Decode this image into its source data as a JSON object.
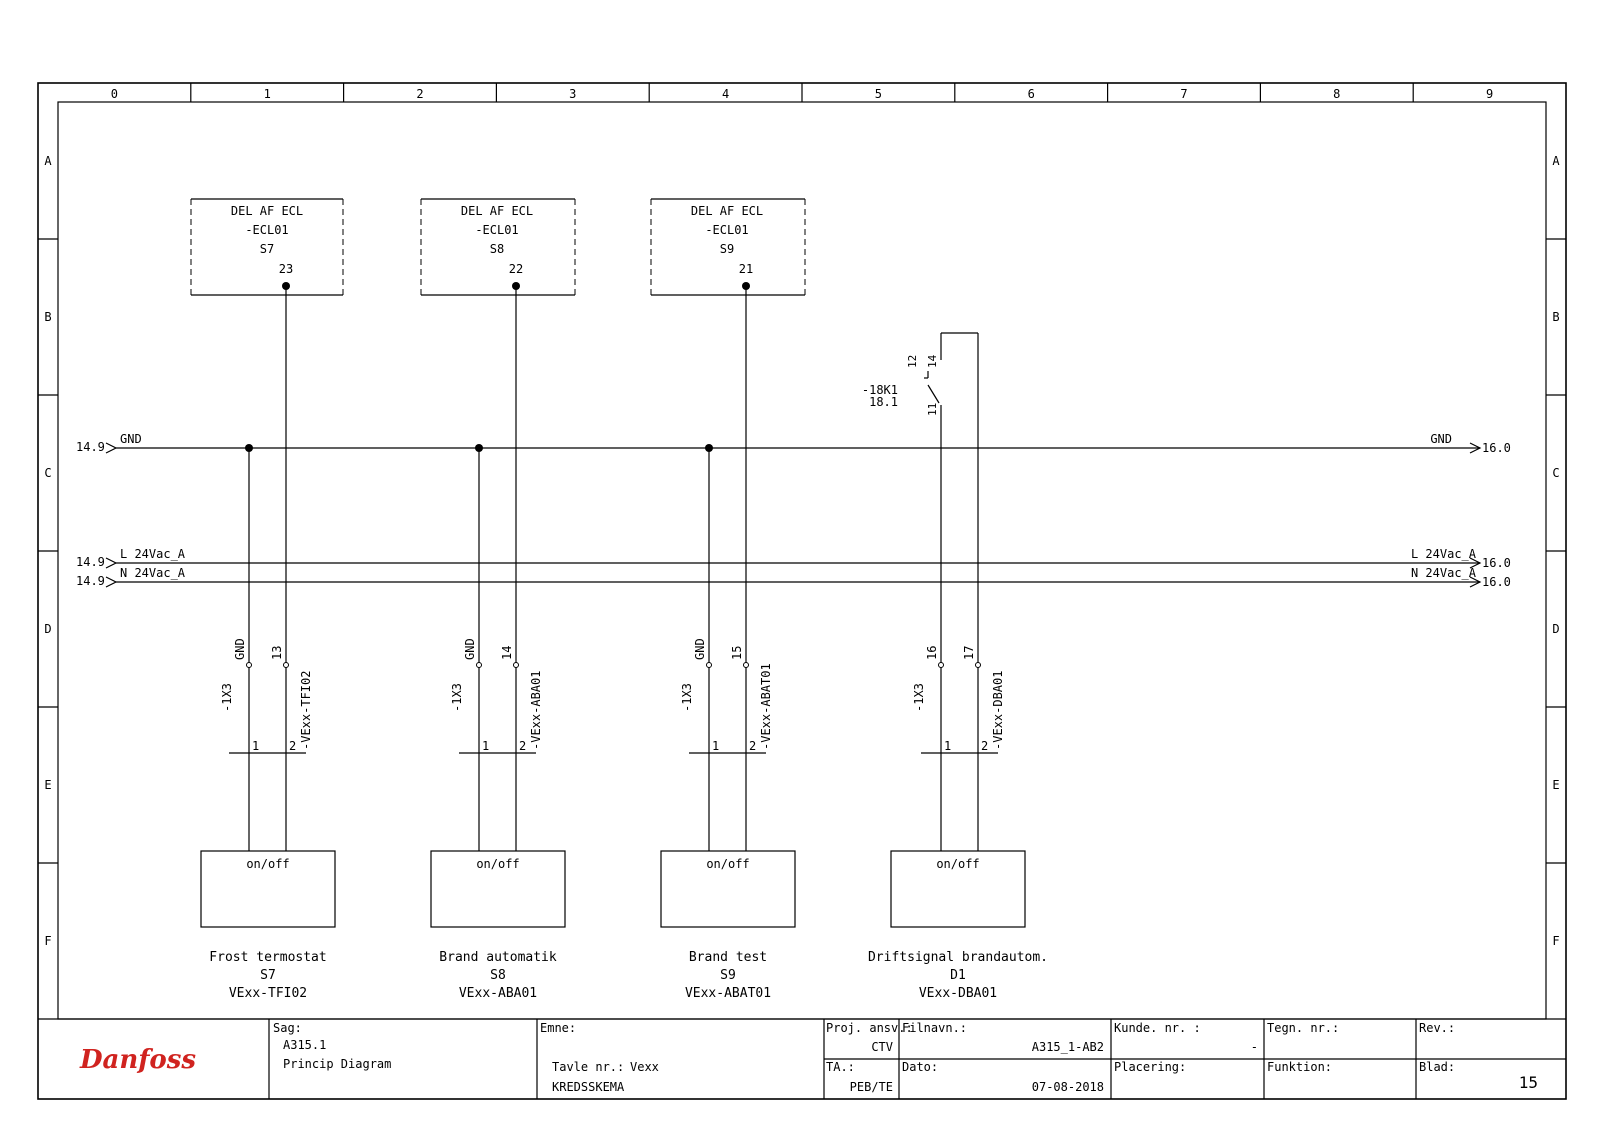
{
  "frame": {
    "columns": [
      "0",
      "1",
      "2",
      "3",
      "4",
      "5",
      "6",
      "7",
      "8",
      "9"
    ],
    "rows": [
      "A",
      "B",
      "C",
      "D",
      "E",
      "F"
    ]
  },
  "buses": [
    {
      "label": "GND",
      "from_ref": "14.9",
      "to_ref": "16.0"
    },
    {
      "label": "L 24Vac_A",
      "from_ref": "14.9",
      "to_ref": "16.0"
    },
    {
      "label": "N 24Vac_A",
      "from_ref": "14.9",
      "to_ref": "16.0"
    }
  ],
  "ecl_blocks": [
    {
      "line1": "DEL AF ECL",
      "line2": "-ECL01",
      "line3": "S7",
      "terminal": "23"
    },
    {
      "line1": "DEL AF ECL",
      "line2": "-ECL01",
      "line3": "S8",
      "terminal": "22"
    },
    {
      "line1": "DEL AF ECL",
      "line2": "-ECL01",
      "line3": "S9",
      "terminal": "21"
    }
  ],
  "relay": {
    "name": "-18K1",
    "ref": "18.1",
    "pin_nc": "12",
    "pin_no": "14",
    "pin_com": "11"
  },
  "terminal_strip": "-1X3",
  "terminals": [
    {
      "left": "GND",
      "right": "13",
      "cable": "-VExx-TFI02",
      "pin1": "1",
      "pin2": "2"
    },
    {
      "left": "GND",
      "right": "14",
      "cable": "-VExx-ABA01",
      "pin1": "1",
      "pin2": "2"
    },
    {
      "left": "GND",
      "right": "15",
      "cable": "-VExx-ABAT01",
      "pin1": "1",
      "pin2": "2"
    },
    {
      "left": "16",
      "right": "17",
      "cable": "-VExx-DBA01",
      "pin1": "1",
      "pin2": "2"
    }
  ],
  "devices": [
    {
      "box": "on/off",
      "name": "Frost termostat",
      "sig": "S7",
      "tag": "VExx-TFI02"
    },
    {
      "box": "on/off",
      "name": "Brand automatik",
      "sig": "S8",
      "tag": "VExx-ABA01"
    },
    {
      "box": "on/off",
      "name": "Brand test",
      "sig": "S9",
      "tag": "VExx-ABAT01"
    },
    {
      "box": "on/off",
      "name": "Driftsignal brandautom.",
      "sig": "D1",
      "tag": "VExx-DBA01"
    }
  ],
  "title_block": {
    "logo": "Danfoss",
    "sag_label": "Sag:",
    "sag_value1": "A315.1",
    "sag_value2": "Princip Diagram",
    "emne_label": "Emne:",
    "tavle_label": "Tavle nr.:",
    "tavle_value": "Vexx",
    "emne_value": "KREDSSKEMA",
    "proj_label": "Proj. ansv.:",
    "proj_value": "CTV",
    "filnavn_label": "Filnavn.:",
    "filnavn_value": "A315_1-AB2",
    "ta_label": "TA.:",
    "ta_value": "PEB/TE",
    "dato_label": "Dato:",
    "dato_value": "07-08-2018",
    "kunde_label": "Kunde. nr. :",
    "kunde_value": "-",
    "placering_label": "Placering:",
    "tegn_label": "Tegn. nr.:",
    "funktion_label": "Funktion:",
    "rev_label": "Rev.:",
    "blad_label": "Blad:",
    "blad_value": "15"
  }
}
